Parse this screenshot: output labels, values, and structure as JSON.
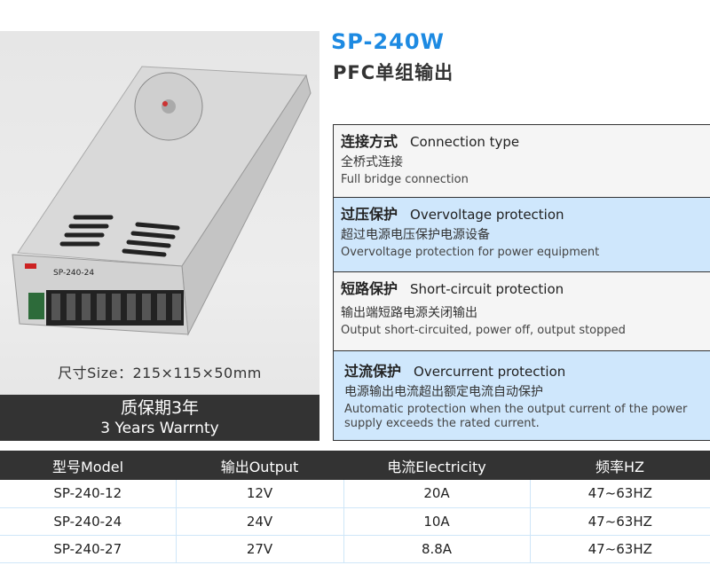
{
  "product": {
    "title": "SP-240W",
    "subtitle": "PFC单组输出",
    "label": "SP-240-24",
    "size": "尺寸Size：215×115×50mm",
    "warranty_cn": "质保期3年",
    "warranty_en": "3 Years Warrnty"
  },
  "features": [
    {
      "title_cn": "连接方式",
      "title_en": "Connection type",
      "desc_cn": "全桥式连接",
      "desc_en": "Full bridge connection"
    },
    {
      "title_cn": "过压保护",
      "title_en": "Overvoltage protection",
      "desc_cn": "超过电源电压保护电源设备",
      "desc_en": "Overvoltage protection for power equipment"
    },
    {
      "title_cn": "短路保护",
      "title_en": "Short-circuit protection",
      "desc_cn": "输出端短路电源关闭输出",
      "desc_en": "Output short-circuited, power off, output stopped"
    },
    {
      "title_cn": "过流保护",
      "title_en": "Overcurrent protection",
      "desc_cn": "电源输出电流超出额定电流自动保护",
      "desc_en": "Automatic protection when the output current of the power supply exceeds the rated current."
    }
  ],
  "table": {
    "headers": [
      "型号Model",
      "输出Output",
      "电流Electricity",
      "频率HZ"
    ],
    "rows": [
      [
        "SP-240-12",
        "12V",
        "20A",
        "47~63HZ"
      ],
      [
        "SP-240-24",
        "24V",
        "10A",
        "47~63HZ"
      ],
      [
        "SP-240-27",
        "27V",
        "8.8A",
        "47~63HZ"
      ]
    ]
  },
  "colors": {
    "accent": "#1d8ae2",
    "highlight": "#cfe7fc",
    "dark": "#333333"
  }
}
